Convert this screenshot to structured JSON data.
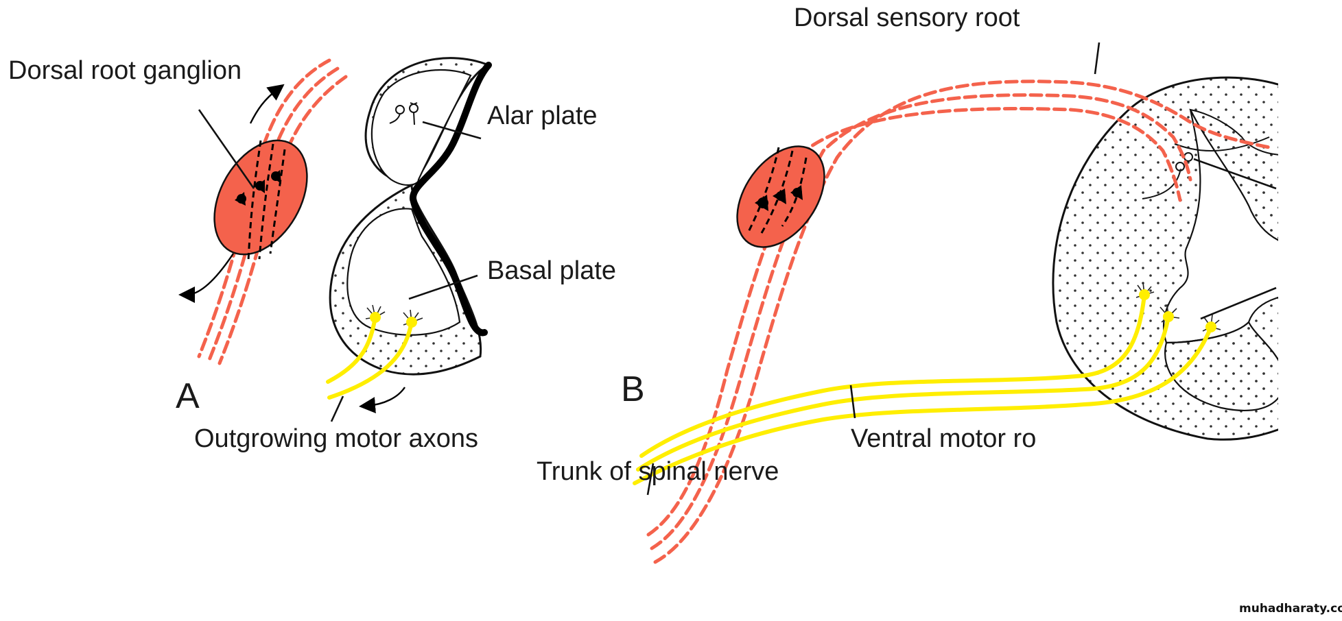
{
  "figure": {
    "panel_a": {
      "letter": "A",
      "labels": {
        "dorsal_root_ganglion": "Dorsal root ganglion",
        "alar_plate": "Alar plate",
        "basal_plate": "Basal plate",
        "outgrowing_motor_axons": "Outgrowing motor axons"
      }
    },
    "panel_b": {
      "letter": "B",
      "labels": {
        "dorsal_sensory_root": "Dorsal sensory root",
        "ventral_motor_root": "Ventral motor ro",
        "trunk_of_spinal_nerve": "Trunk of spinal nerve"
      }
    },
    "colors": {
      "ganglion": "#f4624c",
      "sensory_fibers": "#f4624c",
      "motor_axons": "#ffee00",
      "outline": "#111111"
    },
    "watermark": "muhadharaty.com"
  }
}
